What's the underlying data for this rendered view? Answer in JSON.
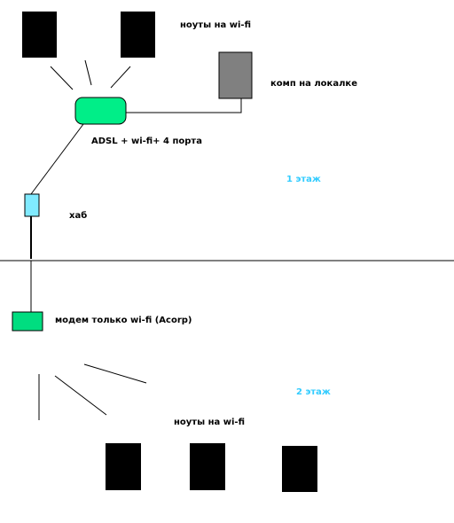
{
  "labels": {
    "laptops_top": "ноуты на wi-fi",
    "pc_lan": "комп на локалке",
    "router": "ADSL + wi-fi+ 4 порта",
    "floor1": "1 этаж",
    "hub": "хаб",
    "modem": "модем только wi-fi (Acorp)",
    "floor2": "2 этаж",
    "laptops_bottom": "ноуты на wi-fi"
  },
  "colors": {
    "laptop": "#000000",
    "pc": "#808080",
    "router": "#00ee88",
    "hub": "#80eaff",
    "modem": "#00dd80",
    "floor_label": "#33ccff",
    "line": "#000000"
  }
}
